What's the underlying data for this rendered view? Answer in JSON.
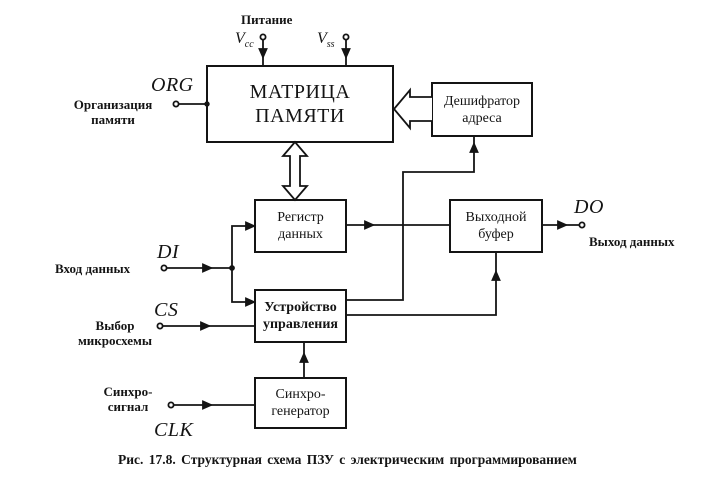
{
  "power": {
    "label": "Питание",
    "vcc": {
      "main": "V",
      "sub": "cc"
    },
    "vss": {
      "main": "V",
      "sub": "ss"
    }
  },
  "blocks": {
    "memory_matrix": {
      "line1": "МАТРИЦА",
      "line2": "ПАМЯТИ"
    },
    "address_decoder": {
      "line1": "Дешифратор",
      "line2": "адреса"
    },
    "data_register": {
      "line1": "Регистр",
      "line2": "данных"
    },
    "output_buffer": {
      "line1": "Выходной",
      "line2": "буфер"
    },
    "control_unit": {
      "line1": "Устройство",
      "line2": "управления"
    },
    "clock_generator": {
      "line1": "Синхро-",
      "line2": "генератор"
    }
  },
  "signals": {
    "org": {
      "name": "ORG",
      "line1": "Организация",
      "line2": "памяти"
    },
    "di": {
      "name": "DI",
      "label": "Вход данных"
    },
    "cs": {
      "name": "CS",
      "line1": "Выбор",
      "line2": "микросхемы"
    },
    "clk": {
      "name": "CLK",
      "line1": "Синхро-",
      "line2": "сигнал"
    },
    "do": {
      "name": "DO",
      "label": "Выход данных"
    }
  },
  "caption": "Рис. 17.8. Структурная схема ПЗУ с электрическим программированием"
}
